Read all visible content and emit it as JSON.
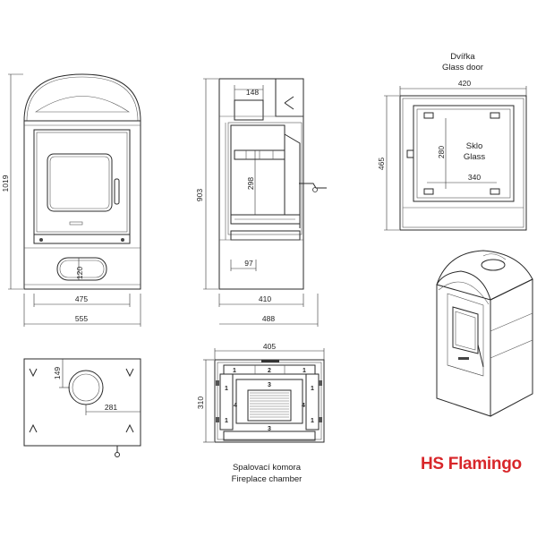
{
  "brand": {
    "name": "HS Flamingo",
    "color": "#d8262a"
  },
  "front_view": {
    "height": "1019",
    "inner_width": "475",
    "outer_width": "555",
    "vent": "120"
  },
  "side_view": {
    "top": "148",
    "height": "903",
    "chamber": "298",
    "ash": "97",
    "depth_inner": "410",
    "depth_outer": "488"
  },
  "door_view": {
    "title_cs": "Dvířka",
    "title_en": "Glass door",
    "width": "420",
    "height": "465",
    "glass_height": "280",
    "glass_width": "340",
    "glass_cs": "Sklo",
    "glass_en": "Glass"
  },
  "top_view": {
    "offset": "149",
    "flue": "281"
  },
  "chamber_view": {
    "width": "405",
    "depth": "310",
    "title_cs": "Spalovací komora",
    "title_en": "Fireplace chamber",
    "parts": [
      "1",
      "2",
      "3",
      "4"
    ]
  }
}
